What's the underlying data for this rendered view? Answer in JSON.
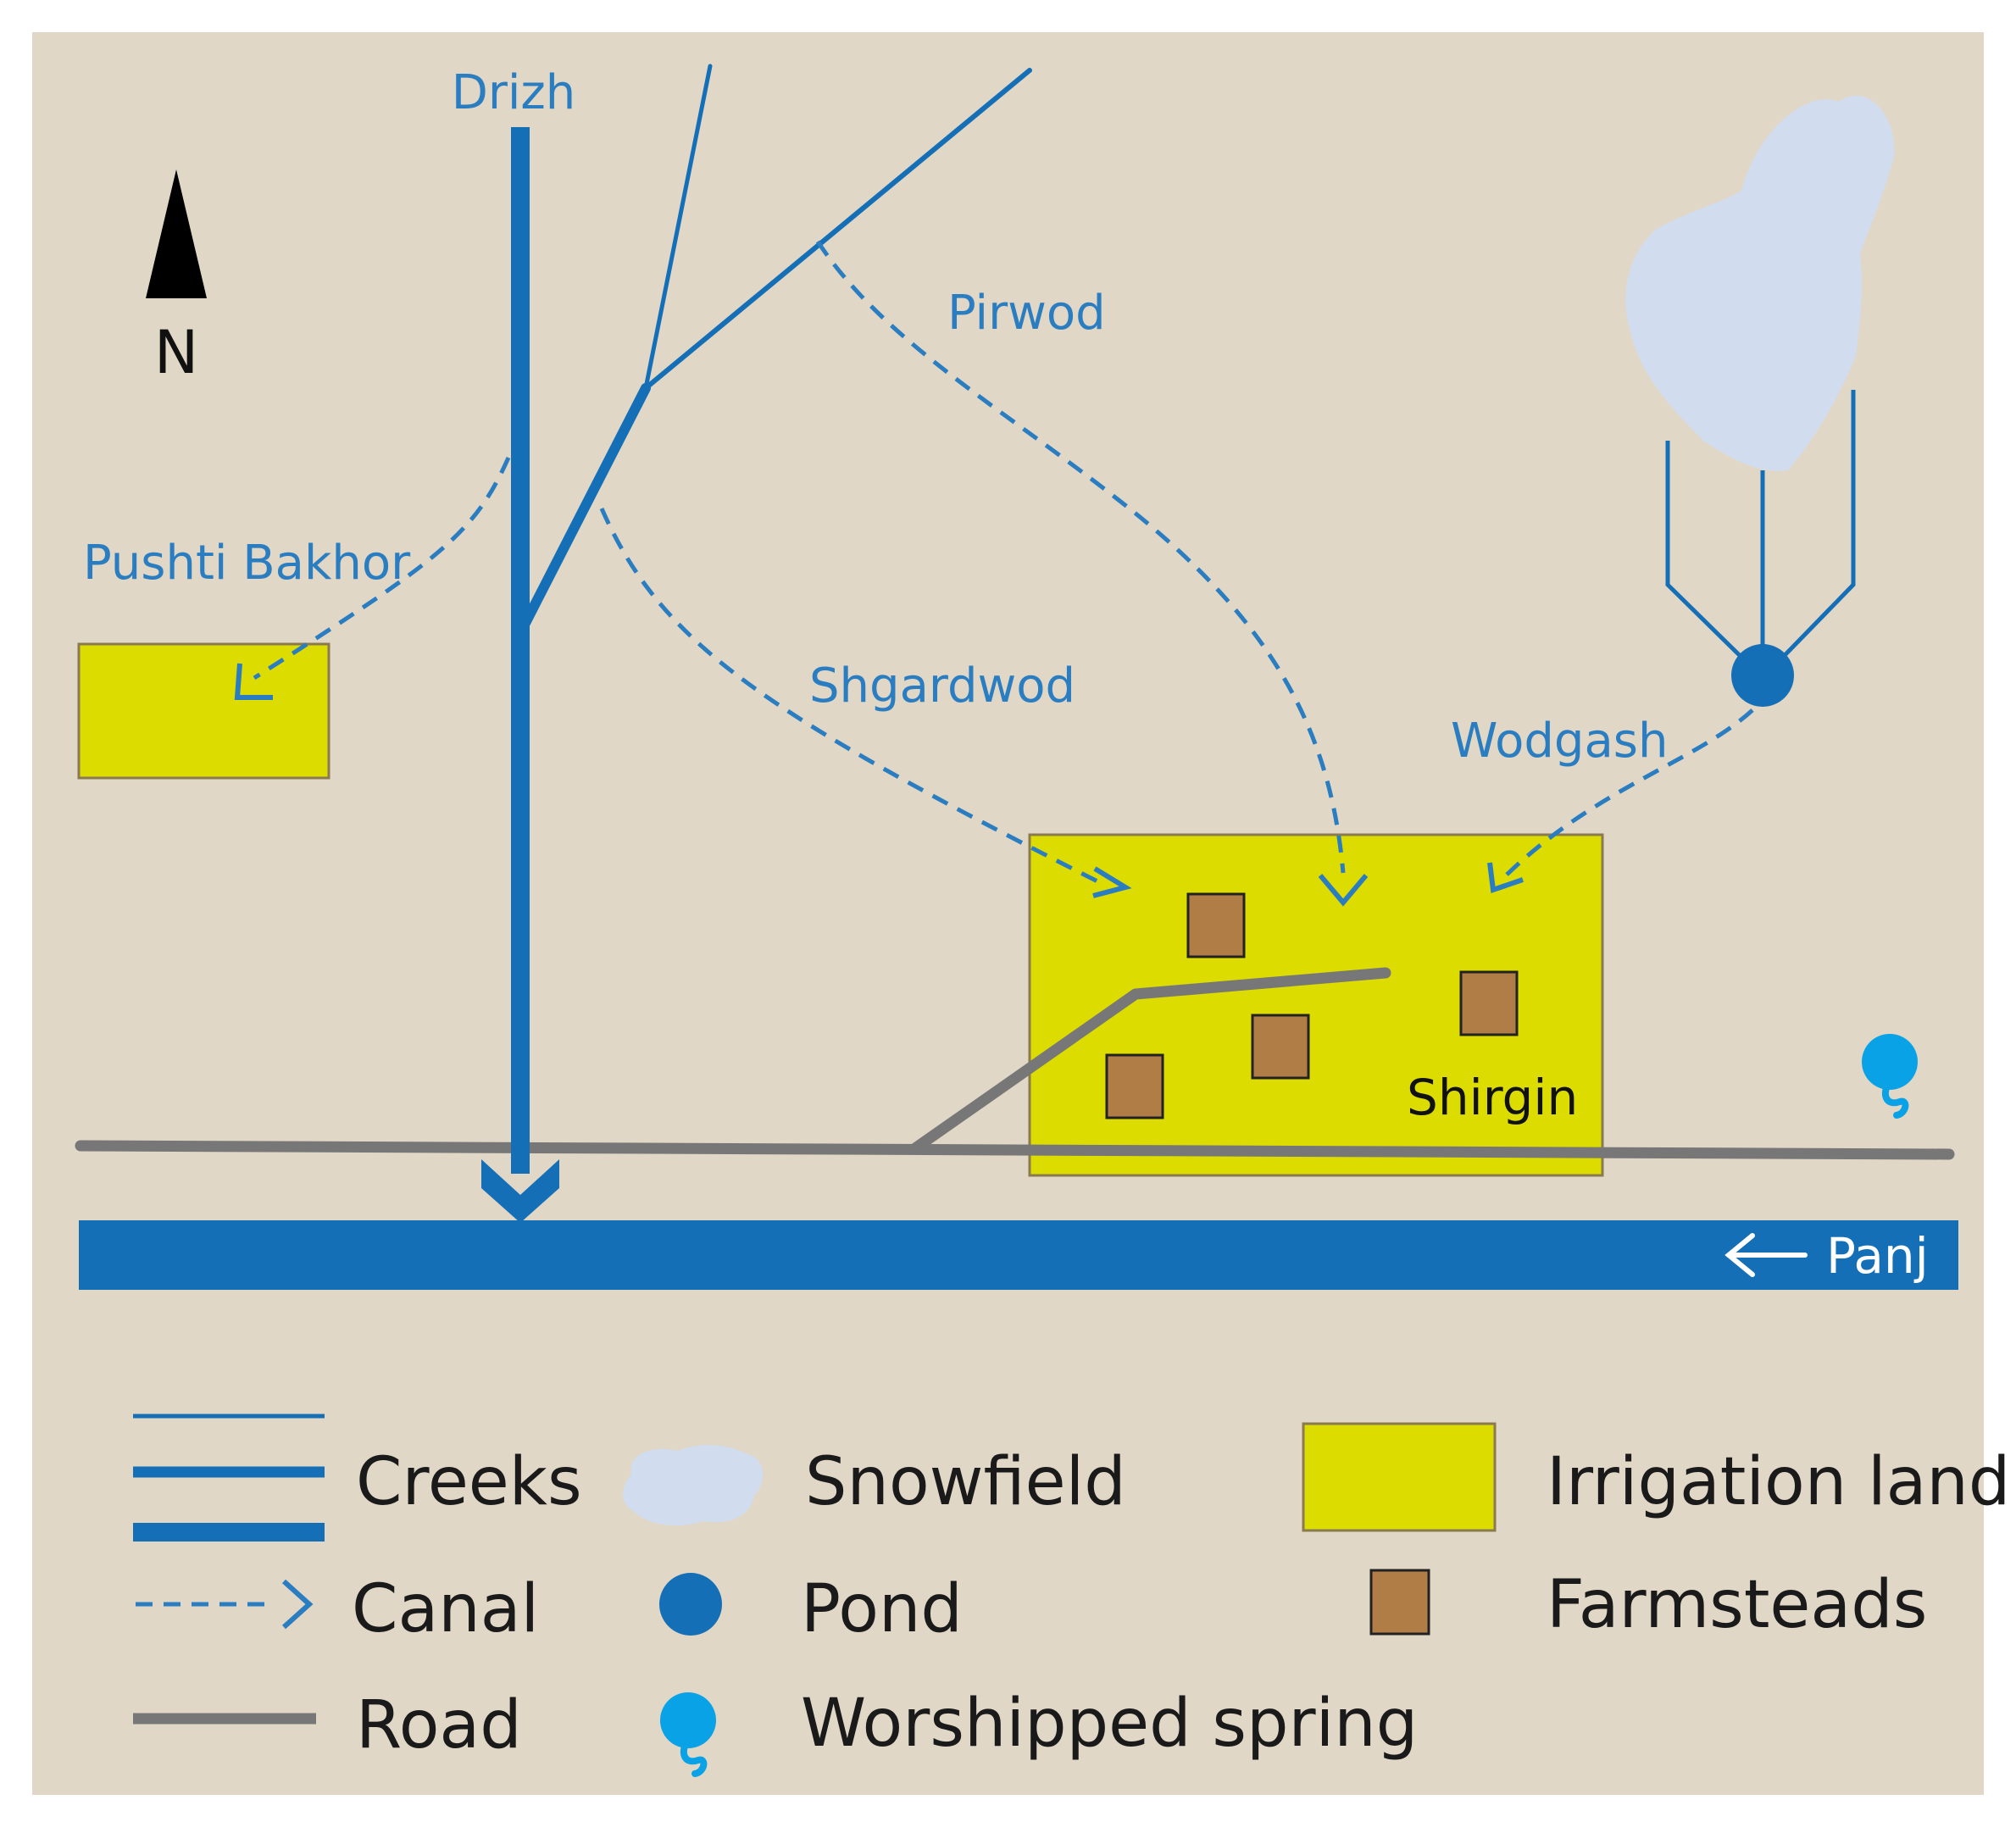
{
  "map": {
    "north_label": "N",
    "streams": {
      "drizh": "Drizh",
      "panj": "Panj"
    },
    "canals": {
      "pushti_bakhor": "Pushti Bakhor",
      "pirwod": "Pirwod",
      "shgardwod": "Shgardwod",
      "wodgash": "Wodgash"
    },
    "village": "Shirgin",
    "colors": {
      "background": "#e0d7c6",
      "creek": "#156fb7",
      "canal": "#2a7dc0",
      "road": "#777777",
      "irrigation_land": "#dcdc00",
      "farmstead": "#b07d47",
      "snowfield": "#d1dcee",
      "pond": "#156fb7",
      "worshipped_spring": "#0aa2e6"
    }
  },
  "legend": {
    "creeks": "Creeks",
    "canal": "Canal",
    "road": "Road",
    "snowfield": "Snowfield",
    "pond": "Pond",
    "worshipped_spring": "Worshipped spring",
    "irrigation_land": "Irrigation land",
    "farmsteads": "Farmsteads"
  }
}
